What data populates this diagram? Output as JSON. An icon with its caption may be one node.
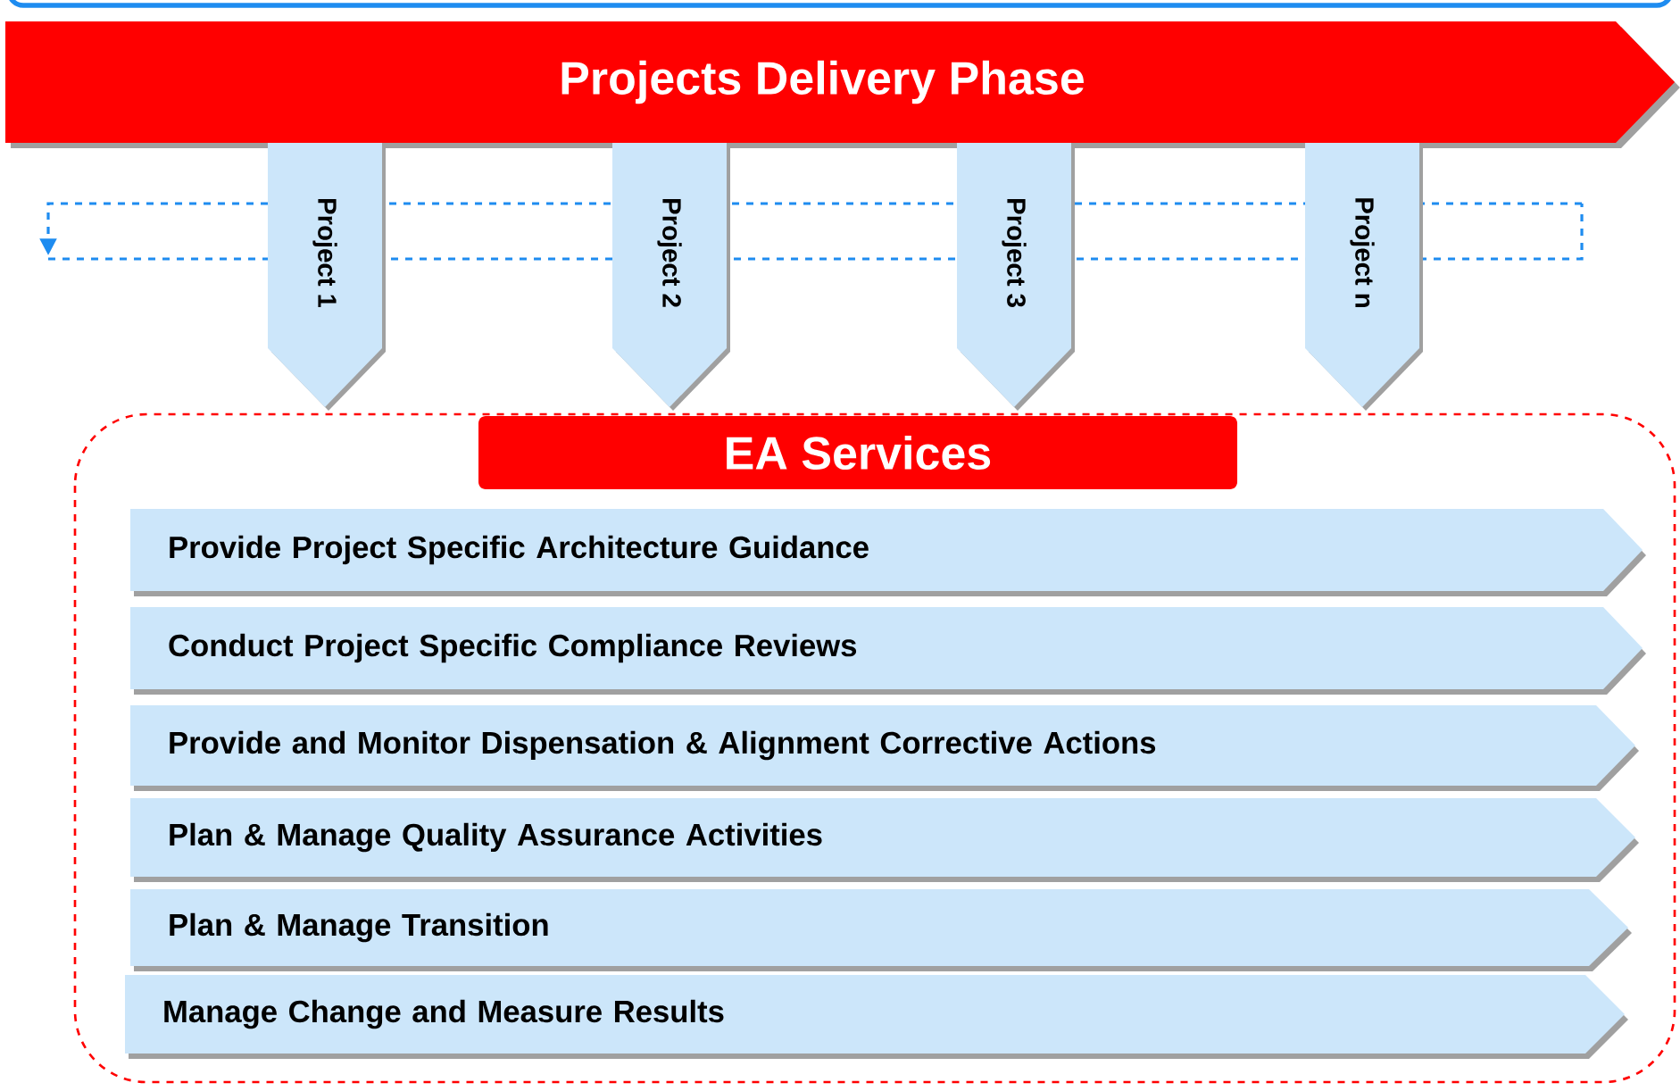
{
  "diagram": {
    "nodes": [
      {
        "text": [
          "Projects Delivery Phase"
        ]
      },
      {
        "text": [
          "Project 1"
        ]
      },
      {
        "text": [
          "Project 2"
        ]
      },
      {
        "text": [
          "Project 3"
        ]
      },
      {
        "text": [
          "Project n"
        ]
      },
      {
        "text": [],
        "shape": "box"
      },
      {
        "text": [
          "EA Services"
        ],
        "in": 5
      },
      {
        "text": [
          "Provide Project Specific Architecture Guidance"
        ],
        "in": 5
      },
      {
        "text": [
          "Conduct Project Specific Compliance Reviews"
        ],
        "in": 5
      },
      {
        "text": [
          "Provide and Monitor Dispensation & Alignment Corrective Actions"
        ],
        "in": 5
      },
      {
        "text": [
          "Plan & Manage Quality Assurance Activities"
        ],
        "in": 5
      },
      {
        "text": [
          "Plan & Manage Transition"
        ],
        "in": 5
      },
      {
        "text": [
          "Manage Change and Measure Results"
        ],
        "in": 5
      }
    ]
  }
}
